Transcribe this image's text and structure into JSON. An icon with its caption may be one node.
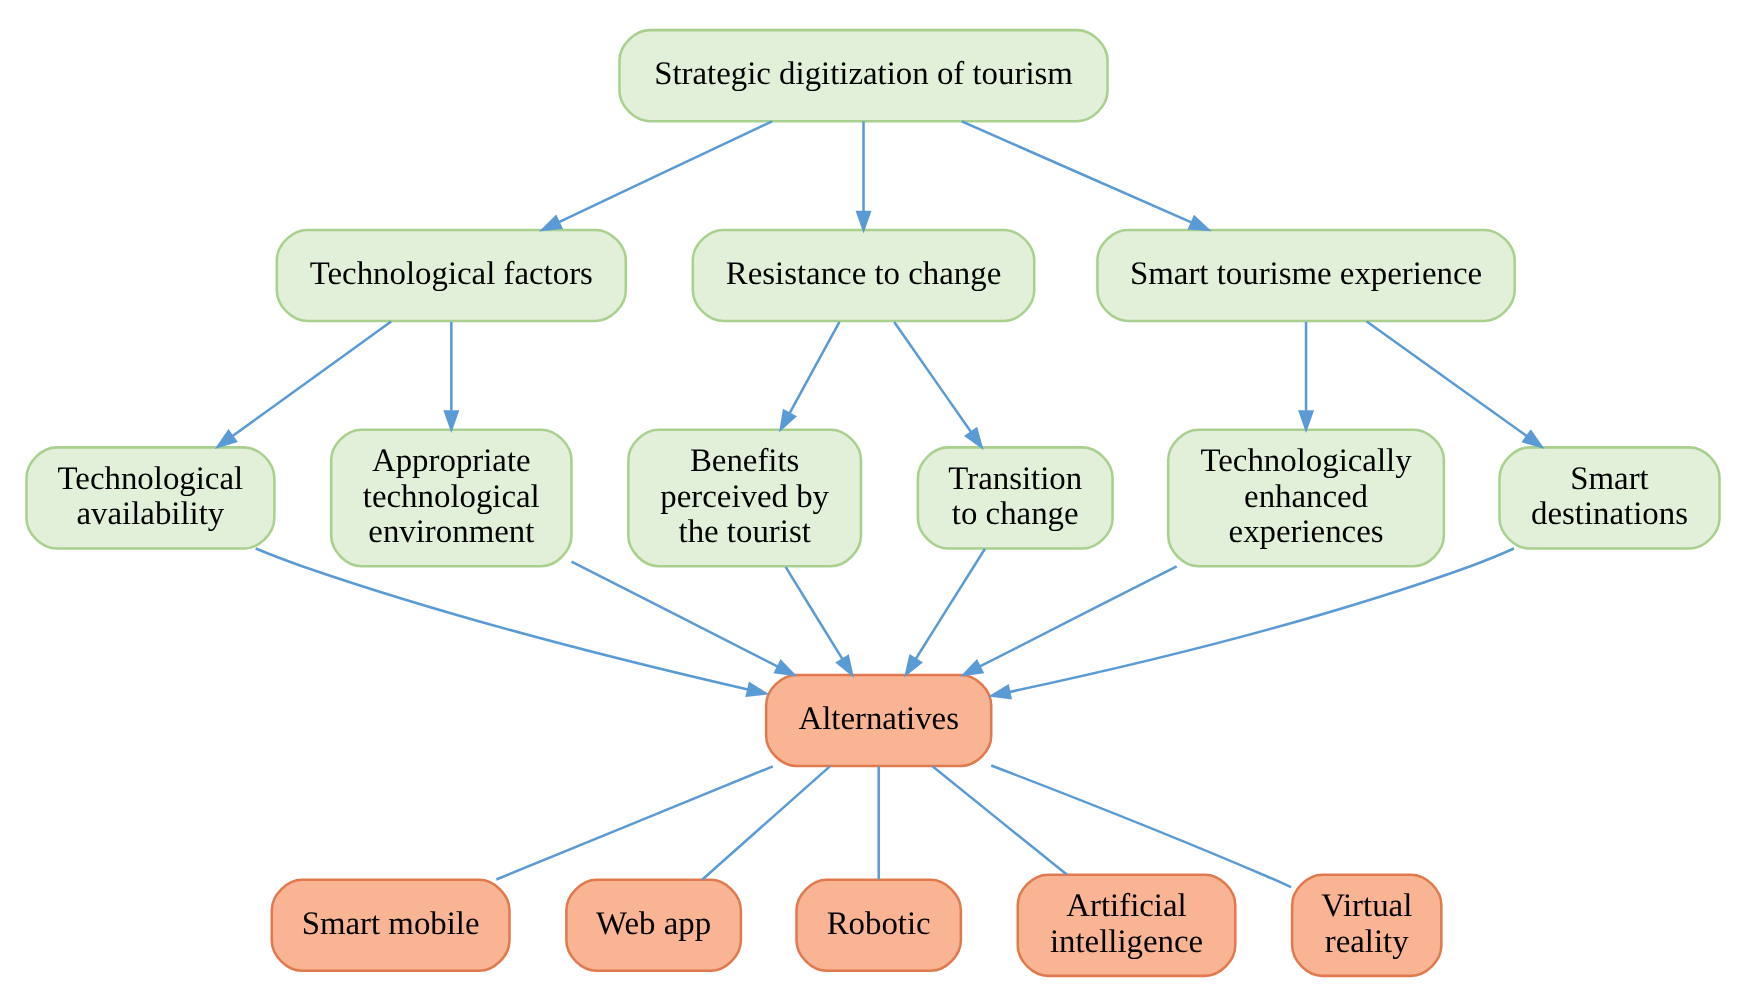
{
  "diagram": {
    "nodes": [
      {
        "text": [
          "Strategic digitization of tourism"
        ]
      },
      {
        "text": [
          "Technological factors"
        ]
      },
      {
        "text": [
          "Resistance to change"
        ]
      },
      {
        "text": [
          "Smart tourisme experience"
        ]
      },
      {
        "text": [
          "Technological availability"
        ]
      },
      {
        "text": [
          "Appropriate technological environment"
        ]
      },
      {
        "text": [
          "Benefits perceived by the tourist"
        ]
      },
      {
        "text": [
          "Transition to change"
        ]
      },
      {
        "text": [
          "Technologically enhanced experiences"
        ]
      },
      {
        "text": [
          "Smart destinations"
        ]
      },
      {
        "text": [
          "Alternatives"
        ]
      },
      {
        "text": [
          "Smart mobile"
        ]
      },
      {
        "text": [
          "Web app"
        ]
      },
      {
        "text": [
          "Robotic"
        ]
      },
      {
        "text": [
          "Artificial intelligence"
        ]
      },
      {
        "text": [
          "Virtual reality"
        ]
      }
    ],
    "edges": [
      {
        "from": 0,
        "to": 1,
        "arrow": "to"
      },
      {
        "from": 0,
        "to": 2,
        "arrow": "to"
      },
      {
        "from": 0,
        "to": 3,
        "arrow": "to"
      },
      {
        "from": 1,
        "to": 4,
        "arrow": "to"
      },
      {
        "from": 1,
        "to": 5,
        "arrow": "to"
      },
      {
        "from": 2,
        "to": 6,
        "arrow": "to"
      },
      {
        "from": 2,
        "to": 7,
        "arrow": "to"
      },
      {
        "from": 3,
        "to": 8,
        "arrow": "to"
      },
      {
        "from": 3,
        "to": 9,
        "arrow": "to"
      },
      {
        "from": 4,
        "to": 10,
        "arrow": "to"
      },
      {
        "from": 5,
        "to": 10,
        "arrow": "to"
      },
      {
        "from": 6,
        "to": 10,
        "arrow": "to"
      },
      {
        "from": 7,
        "to": 10,
        "arrow": "to"
      },
      {
        "from": 8,
        "to": 10,
        "arrow": "to"
      },
      {
        "from": 9,
        "to": 10,
        "arrow": "to"
      },
      {
        "from": 10,
        "to": 11,
        "arrow": "none"
      },
      {
        "from": 10,
        "to": 12,
        "arrow": "none"
      },
      {
        "from": 10,
        "to": 13,
        "arrow": "none"
      },
      {
        "from": 10,
        "to": 14,
        "arrow": "none"
      },
      {
        "from": 10,
        "to": 15,
        "arrow": "none"
      }
    ]
  }
}
